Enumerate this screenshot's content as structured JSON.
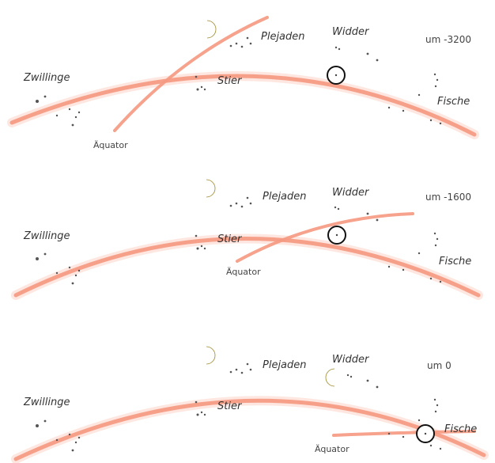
{
  "panels": [
    {
      "era": "um -3200",
      "labels": {
        "twins": "Zwillinge",
        "pleiades": "Plejaden",
        "aries": "Widder",
        "taurus": "Stier",
        "pisces": "Fische",
        "equator": "Äquator"
      }
    },
    {
      "era": "um -1600",
      "labels": {
        "twins": "Zwillinge",
        "pleiades": "Plejaden",
        "aries": "Widder",
        "taurus": "Stier",
        "pisces": "Fische",
        "equator": "Äquator"
      }
    },
    {
      "era": "um 0",
      "labels": {
        "twins": "Zwillinge",
        "pleiades": "Plejaden",
        "aries": "Widder",
        "taurus": "Stier",
        "pisces": "Fische",
        "equator": "Äquator"
      }
    }
  ],
  "colors": {
    "ecliptic": "#f59a82",
    "moon": "#d8c25a",
    "sun_outline": "#111111"
  },
  "icons": {
    "sun": "sun-circle-icon",
    "moon": "crescent-moon-icon"
  }
}
